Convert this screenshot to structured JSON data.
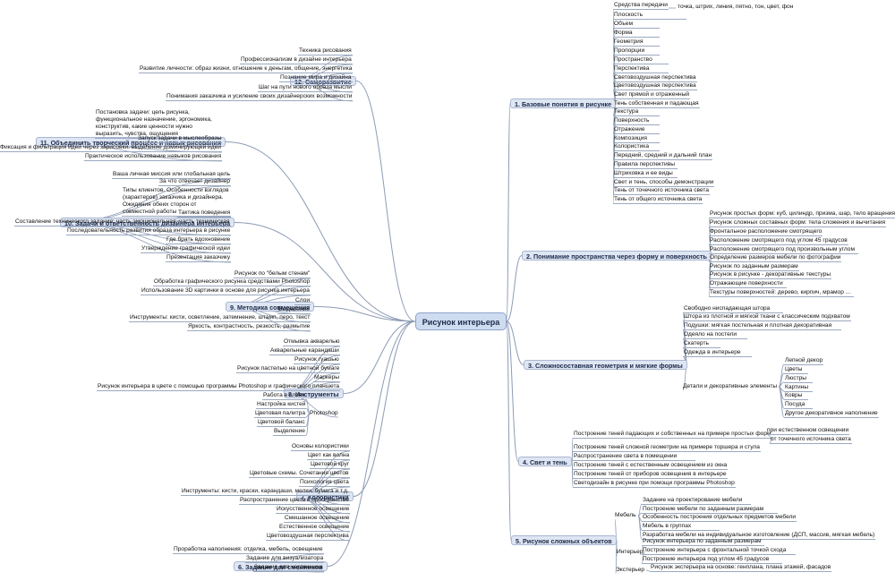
{
  "root": {
    "label": "Рисунок интерьера"
  },
  "branches": [
    {
      "id": "b1",
      "label": "1. Базовые понятия в рисунке",
      "side": "right",
      "items": [
        "Средства передачи",
        "Плоскость",
        "Объем",
        "Форма",
        "Геометрия",
        "Пропорции",
        "Пространство",
        "Перспектива",
        "Световоздушная перспектива",
        "Цветовоздушная перспектива",
        "Свет прямой и отраженный",
        "Тень собственная и падающая",
        "Текстура",
        "Поверхность",
        "Отражение",
        "Композиция",
        "Колористика",
        "Передний, средний и дальний план",
        "Правила перспективы",
        "Штриховка и ее виды",
        "Свет и тень, способы демонстрации",
        "Тень от точечного источника света",
        "Тень от общего источника света"
      ],
      "sub_label": "точка, штрих, линия, пятно, тон, цвет, фон"
    },
    {
      "id": "b2",
      "label": "2. Понимание пространства через форму и поверхность",
      "side": "right",
      "items": [
        "Рисунок простых форм: куб, цилиндр, призма, шар, тело вращения",
        "Рисунок сложных составных форм: тела сложения и вычитания",
        "Фронтальное расположение смотрящего",
        "Расположение смотрящего под углом 45 градусов",
        "Расположение смотрящего под произвольным углом",
        "Определение размеров мебели по фотографии",
        "Рисунок по заданным размерам",
        "Рисунок в рисунке - декоративные текстуры",
        "Отражающие поверхности",
        "Текстуры поверхностей: дерево, кирпич, мрамор ..."
      ]
    },
    {
      "id": "b3",
      "label": "3. Сложносоставная геометрия и мягкие формы",
      "side": "right",
      "items": [
        "Свободно ниспадающая штора",
        "Штора из плотной и мягкой ткани с классическим подхватом",
        "Подушки: мягкая постельная и плотная декоративная",
        "Одеяло на постели",
        "Скатерть",
        "Одежда в интерьере"
      ],
      "group_label": "Детали и декоративные элементы",
      "group_items": [
        "Лепной декор",
        "Цветы",
        "Люстры",
        "Картины",
        "Ковры",
        "Посуда",
        "Другое декоративное наполнение"
      ]
    },
    {
      "id": "b4",
      "label": "4. Свет и тень",
      "side": "right",
      "head": "Построение теней падающих и собственных на примере простых форм",
      "head_subs": [
        "при естественном освещении",
        "от точечного источника света"
      ],
      "items": [
        "Построение теней сложной геометрии на примере торшера и стула",
        "Распространение света в помещении",
        "Построение теней с естественным освещением из окна",
        "Построение теней от приборов освещения в интерьере",
        "Светодизайн в рисунке при помощи программы Photoshop"
      ]
    },
    {
      "id": "b5",
      "label": "5. Рисунок сложных объектов",
      "side": "right",
      "groups": [
        {
          "label": "Мебель",
          "items": [
            "Задание на проектирование мебели",
            "Построение мебели по заданным размерам",
            "Особенность построения отдельных предметов мебели",
            "Мебель в группах",
            "Разработка мебели на индивидуальное изготовление (ДСП, массив, мягкая мебель)"
          ]
        },
        {
          "label": "Интерьер",
          "items": [
            "Рисунок интерьера по заданным размерам",
            "Построение интерьера с фронтальной точкой схода",
            "Построение интерьера под углом 45 градусов"
          ]
        },
        {
          "label": "Экстерьер",
          "items": [
            "Рисунок экстерьера на основе: генплана, плана этажей, фасадов"
          ]
        }
      ]
    },
    {
      "id": "b6",
      "label": "6. Задание для смежников",
      "side": "left",
      "items": [
        "Проработка наполнения: отделка, мебель, освещение",
        "Задание для визуализатора",
        "Задание для чертежника"
      ]
    },
    {
      "id": "b7",
      "label": "7. Колористика",
      "side": "left",
      "items": [
        "Основы колористики",
        "Цвет как волна",
        "Цветовой круг",
        "Цветовые схемы. Сочетания цветов",
        "Психология цвета",
        "Инструменты: кисти, краски, карандаши, мелки, бумага и т.д.",
        "Распространение цвета в пространстве",
        "Искусственное освещение",
        "Смешанное освещение",
        "Естественное освещение",
        "Цветовоздушная перспектива"
      ]
    },
    {
      "id": "b8",
      "label": "8. Инструменты",
      "side": "left",
      "items": [
        "Отмывка акварелью",
        "Акварельные карандаши",
        "Рисунок гуашью",
        "Рисунок пастелью на цветной бумаге",
        "Маркеры",
        "Рисунок интерьера в цвете с помощью программы Photoshop и графического планшета"
      ],
      "group_label": "Photoshop",
      "group_items": [
        "Работа в слоях",
        "Настройка кистей",
        "Цветовая палитра",
        "Цветовой баланс",
        "Выделение"
      ]
    },
    {
      "id": "b9",
      "label": "9. Методика совмещения",
      "side": "left",
      "items": [
        "Рисунок по \"белым стенам\"",
        "Обработка графического рисунка средствами Photoshop",
        "Использование 3D картинки в основе для рисунка интерьера",
        "Слои",
        "Выделение",
        "Инструменты: кисти, осветление, затемнение, штамп, перо, текст",
        "Яркость, контрастность, резкость, размытие"
      ]
    },
    {
      "id": "b10",
      "label": "10. Задачи и ответственность дизайнера интерьера",
      "side": "left",
      "items": [
        "Ваша личная миссия или глобальная цель",
        "За что отвечает дизайнер",
        "Типы клиентов. Особенности взглядов (характеров) заказчика и дизайнера. Ожидания обеих сторон от совместной работы",
        "Тактика поведения",
        "Составление технического задания: часть эмоциональная, часть техническая",
        "Последовательность развития образа интерьера в рисунке",
        "Где брать вдохновение",
        "Утверждение графической идеи",
        "Презентация заказчику"
      ]
    },
    {
      "id": "b11",
      "label": "11. Объединить творческий процесс и навык рисования",
      "side": "left",
      "items": [
        "Постановка задачи: цель рисунка, функциональное назначение, эргономика, конструктив, какие ценности нужно выразить, чувства, ощущения",
        "Запуск задачи в мыслеобразы",
        "Фиксация и фильтрация идей через зарисовки, выделение доминирующей идеи",
        "Практическое использование навыков рисования"
      ]
    },
    {
      "id": "b12",
      "label": "12. Саморазвитие",
      "side": "left",
      "items": [
        "Техника рисования",
        "Профессионализм в дизайне интерьера",
        "Развитие личности: образ жизни, отношение к деньгам, общение, энергетика",
        "Познание мира и дизайна",
        "Шаг на пути нового образа мысли",
        "Понимания заказчика и усиление своих дизайнерских возможности"
      ]
    }
  ],
  "colors": {
    "link": "#8c9bb5",
    "node_fill": "#dfe6f3",
    "node_border": "#a9b7d1",
    "root_fill": "#cfdcf0"
  }
}
